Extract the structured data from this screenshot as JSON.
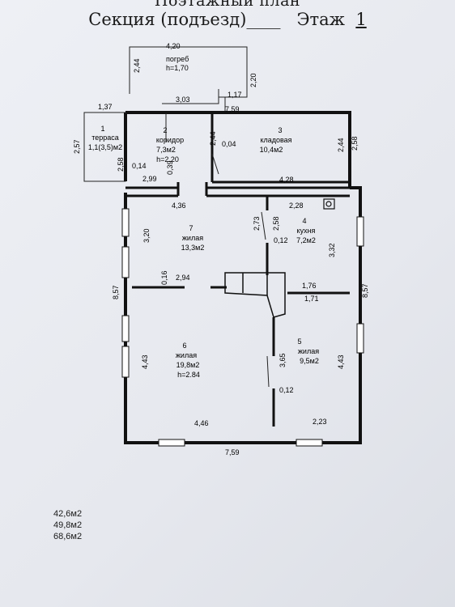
{
  "header": {
    "title": "Поэтажный план",
    "section_label": "Секция (подъезд)",
    "section_blank": "____",
    "floor_label": "Этаж",
    "floor_number": "1"
  },
  "cellar": {
    "label": "погреб",
    "height": "h=1,70",
    "dim_top": "4,20",
    "dim_left": "2,44",
    "dim_right": "2,20",
    "dim_bottom": "3,03",
    "dim_offset": "1,17"
  },
  "rooms": {
    "r1": {
      "num": "1",
      "name": "терраса",
      "area": "1,1(3,5)м2"
    },
    "r2": {
      "num": "2",
      "name": "коридор",
      "area": "7,3м2",
      "height": "h=2.20"
    },
    "r3": {
      "num": "3",
      "name": "кладовая",
      "area": "10,4м2"
    },
    "r4": {
      "num": "4",
      "name": "кухня",
      "area": "7,2м2"
    },
    "r5": {
      "num": "5",
      "name": "жилая",
      "area": "9,5м2"
    },
    "r6": {
      "num": "6",
      "name": "жилая",
      "area": "19,8м2",
      "height": "h=2.84"
    },
    "r7": {
      "num": "7",
      "name": "жилая",
      "area": "13,3м2"
    }
  },
  "dims": {
    "d137": "1,37",
    "d759top": "7,59",
    "d257": "2,57",
    "d258a": "2,58",
    "d014": "0,14",
    "d299": "2,99",
    "d039": "0,39",
    "d244a": "2,44",
    "d004": "0,04",
    "d244b": "2,44",
    "d258b": "2,58",
    "d428": "4,28",
    "d436": "4,36",
    "d228": "2,28",
    "d273": "2,73",
    "d258c": "2,58",
    "d012a": "0,12",
    "d320": "3,20",
    "d332": "3,32",
    "d857l": "8,57",
    "d857r": "8,57",
    "d016": "0,16",
    "d294": "2,94",
    "d176": "1,76",
    "d171": "1,71",
    "d443l": "4,43",
    "d365": "3,65",
    "d443r": "4,43",
    "d012b": "0,12",
    "d446": "4,46",
    "d223": "2,23",
    "d759bottom": "7,59"
  },
  "totals": [
    "42,6м2",
    "49,8м2",
    "68,6м2"
  ]
}
